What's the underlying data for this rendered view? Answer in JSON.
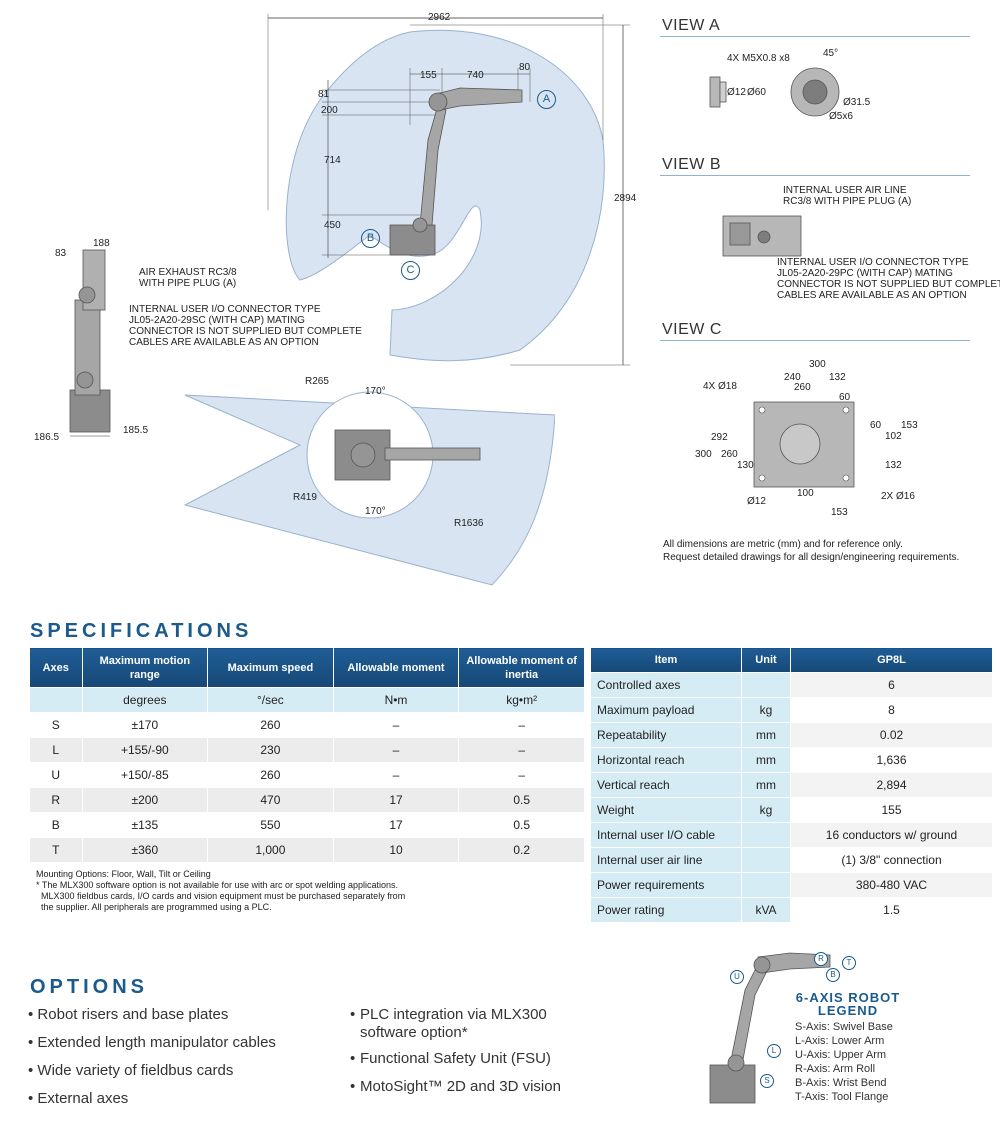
{
  "drawing": {
    "side": {
      "dim_width": "2962",
      "dim_height": "2894",
      "dim_155": "155",
      "dim_740": "740",
      "dim_80": "80",
      "dim_81": "81",
      "dim_200": "200",
      "dim_714": "714",
      "dim_450": "450",
      "label_a": "A",
      "label_b": "B",
      "label_c": "C"
    },
    "front": {
      "dim_188": "188",
      "dim_83": "83",
      "dim_1865": "186.5",
      "dim_1855": "185.5",
      "callout_air": "AIR EXHAUST RC3/8\nWITH PIPE PLUG (A)",
      "callout_io": "INTERNAL USER I/O CONNECTOR TYPE\nJL05-2A20-29SC (WITH CAP) MATING\nCONNECTOR IS NOT SUPPLIED BUT COMPLETE\nCABLES ARE AVAILABLE AS AN OPTION"
    },
    "top": {
      "r265": "R265",
      "r419": "R419",
      "r1636": "R1636",
      "angle_top": "170°",
      "angle_bottom": "170°"
    },
    "view_a": {
      "title": "VIEW A",
      "m5": "4X M5X0.8  x8",
      "deg45": "45°",
      "d12": "Ø12",
      "d60": "Ø60",
      "d315": "Ø31.5",
      "d5x6": "Ø5x6"
    },
    "view_b": {
      "title": "VIEW B",
      "callout_air": "INTERNAL USER AIR LINE\nRC3/8 WITH PIPE PLUG (A)",
      "callout_io": "INTERNAL USER I/O CONNECTOR TYPE\nJL05-2A20-29PC (WITH CAP) MATING\nCONNECTOR IS NOT SUPPLIED BUT COMPLETE\nCABLES ARE AVAILABLE AS AN OPTION"
    },
    "view_c": {
      "title": "VIEW C",
      "d300t": "300",
      "d240": "240",
      "d132t": "132",
      "d260t": "260",
      "d60a": "60",
      "d60b": "60",
      "d4x18": "4X Ø18",
      "d292": "292",
      "d300l": "300",
      "d260l": "260",
      "d130": "130",
      "d153r": "153",
      "d102r": "102",
      "d132r": "132",
      "d12": "Ø12",
      "d100": "100",
      "d153b": "153",
      "d2x16": "2X Ø16"
    },
    "note": "All dimensions are metric (mm) and for reference only.\nRequest detailed drawings for all design/engineering requirements."
  },
  "specifications": {
    "heading": "SPECIFICATIONS",
    "axes_headers": [
      "Axes",
      "Maximum motion range",
      "Maximum speed",
      "Allowable moment",
      "Allowable moment of inertia"
    ],
    "axes_units": [
      "",
      "degrees",
      "°/sec",
      "N•m",
      "kg•m²"
    ],
    "axes_rows": [
      [
        "S",
        "±170",
        "260",
        "–",
        "–"
      ],
      [
        "L",
        "+155/-90",
        "230",
        "–",
        "–"
      ],
      [
        "U",
        "+150/-85",
        "260",
        "–",
        "–"
      ],
      [
        "R",
        "±200",
        "470",
        "17",
        "0.5"
      ],
      [
        "B",
        "±135",
        "550",
        "17",
        "0.5"
      ],
      [
        "T",
        "±360",
        "1,000",
        "10",
        "0.2"
      ]
    ],
    "notes": [
      "Mounting Options: Floor, Wall, Tilt or Ceiling",
      "* The MLX300 software option is not available for use with arc or spot welding applications.",
      "  MLX300 fieldbus cards, I/O cards and vision equipment must be purchased separately from",
      "  the supplier. All peripherals are programmed using a PLC."
    ],
    "spec_headers": [
      "Item",
      "Unit",
      "GP8L"
    ],
    "spec_rows": [
      [
        "Controlled axes",
        "",
        "6"
      ],
      [
        "Maximum payload",
        "kg",
        "8"
      ],
      [
        "Repeatability",
        "mm",
        "0.02"
      ],
      [
        "Horizontal reach",
        "mm",
        "1,636"
      ],
      [
        "Vertical reach",
        "mm",
        "2,894"
      ],
      [
        "Weight",
        "kg",
        "155"
      ],
      [
        "Internal user I/O cable",
        "",
        "16 conductors w/ ground"
      ],
      [
        "Internal user air line",
        "",
        "(1) 3/8\" connection"
      ],
      [
        "Power requirements",
        "",
        "380-480 VAC"
      ],
      [
        "Power rating",
        "kVA",
        "1.5"
      ]
    ]
  },
  "options": {
    "heading": "OPTIONS",
    "left": [
      "Robot risers and base plates",
      "Extended length manipulator cables",
      "Wide variety of fieldbus cards",
      "External axes"
    ],
    "right": [
      "PLC integration via MLX300 software option*",
      "Functional Safety Unit (FSU)",
      "MotoSight™ 2D and 3D vision"
    ]
  },
  "legend": {
    "title_line1": "6-AXIS ROBOT",
    "title_line2": "LEGEND",
    "items": [
      "S-Axis: Swivel Base",
      "L-Axis: Lower Arm",
      "U-Axis: Upper Arm",
      "R-Axis: Arm Roll",
      "B-Axis: Wrist Bend",
      "T-Axis: Tool Flange"
    ],
    "badges": [
      "U",
      "R",
      "B",
      "T",
      "L",
      "S"
    ]
  },
  "colors": {
    "envelope": "#d8e4f2",
    "robot": "#9a9a9a",
    "header_blue": "#1a5a8c",
    "light_blue": "#d6ecf4"
  }
}
